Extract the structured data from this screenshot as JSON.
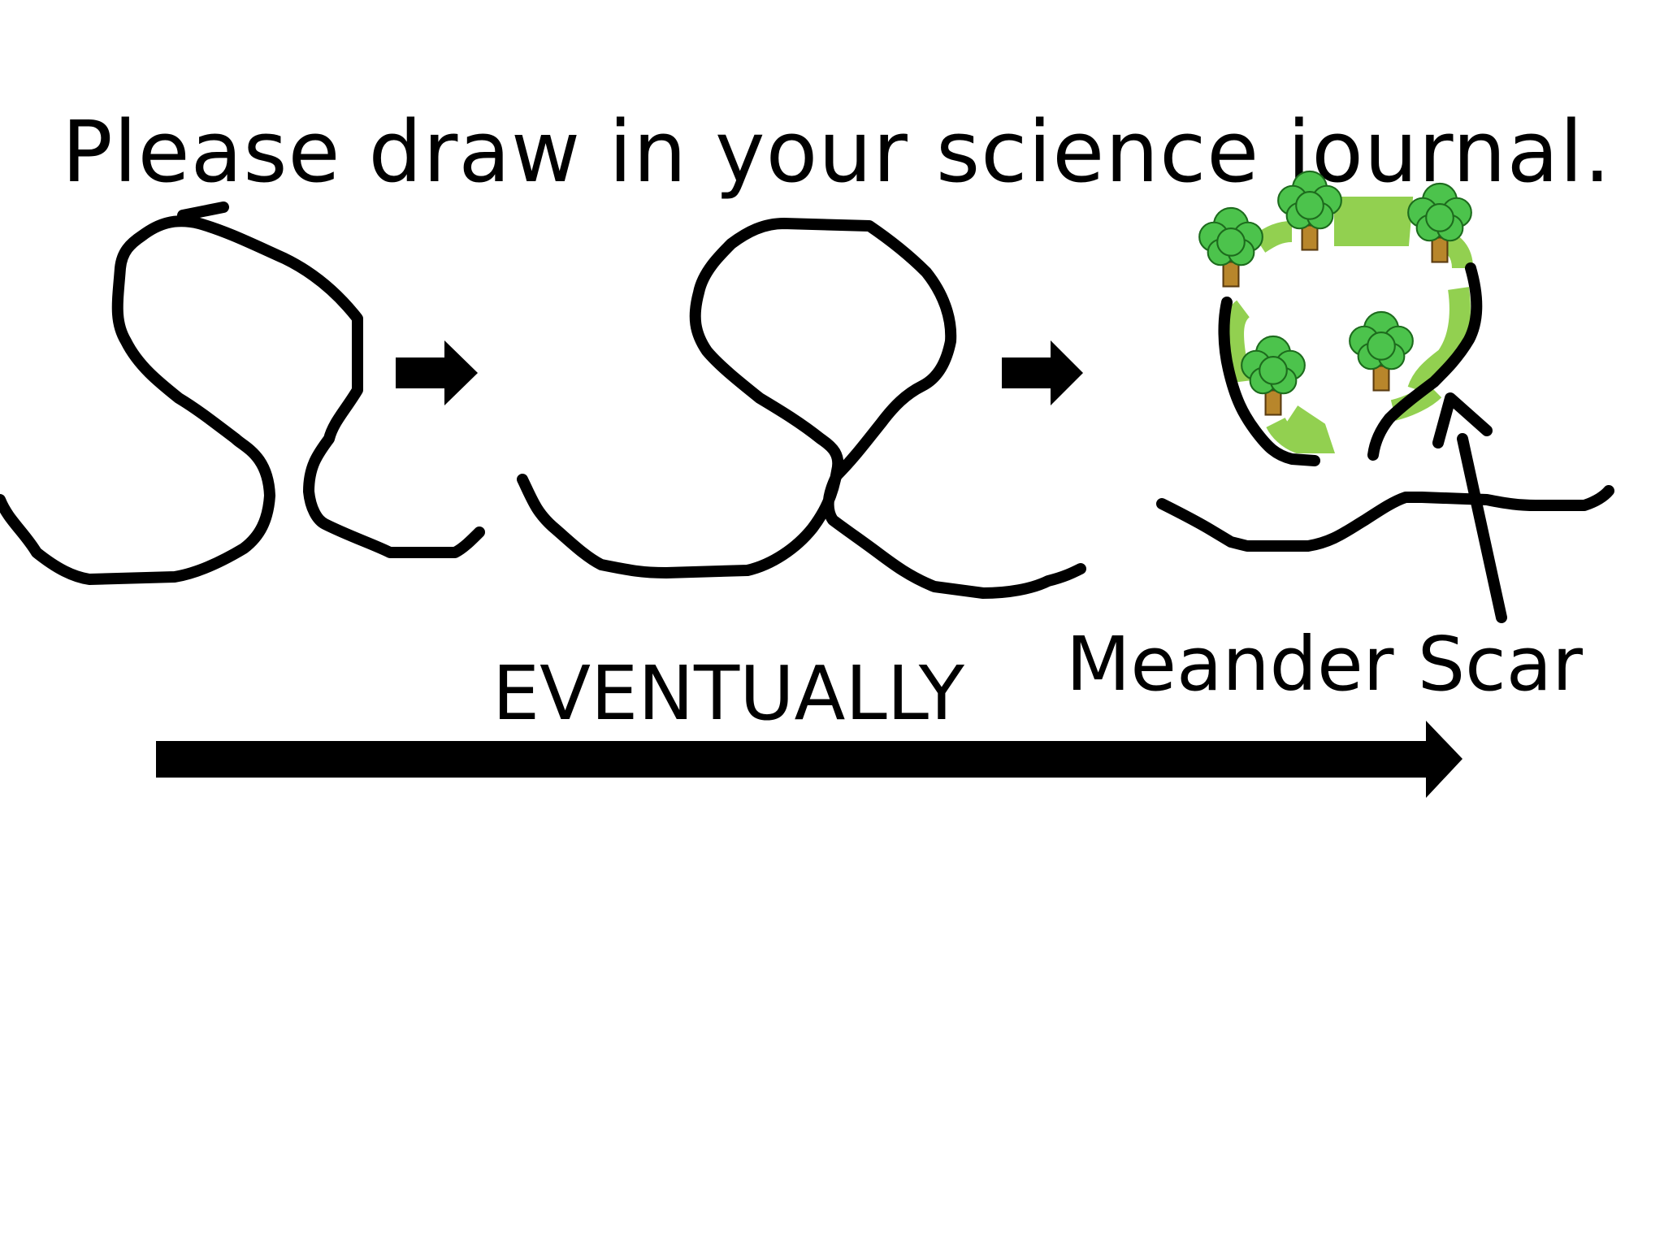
{
  "title": "Please draw in your science journal.",
  "stages_label": "EVENTUALLY",
  "scar_label": "Meander Scar",
  "colors": {
    "ink": "#000000",
    "vegetation": "#92d050",
    "leaves": "#4cc34c",
    "trunk": "#b8862b",
    "background": "#ffffff"
  },
  "icons": [
    "arrow-right-icon",
    "tree-icon"
  ]
}
